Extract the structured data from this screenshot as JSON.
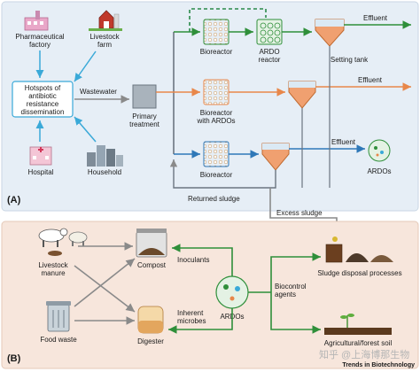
{
  "panels": {
    "a_label": "(A)",
    "b_label": "(B)"
  },
  "panel_a": {
    "sources": {
      "pharma_line1": "Pharmaceutical",
      "pharma_line2": "factory",
      "livestock_line1": "Livestock",
      "livestock_line2": "farm",
      "hospital": "Hospital",
      "household": "Household"
    },
    "hotspot": {
      "line1": "Hotspots of",
      "line2": "antibiotic",
      "line3": "resistance",
      "line4": "dissemination"
    },
    "wastewater": "Wastewater",
    "primary_line1": "Primary",
    "primary_line2": "treatment",
    "bioreactor_top": "Bioreactor",
    "ardo_reactor_line1": "ARDO",
    "ardo_reactor_line2": "reactor",
    "settling_tank": "Setting tank",
    "effluent_1": "Effluent",
    "effluent_2": "Effluent",
    "effluent_3": "Effluent",
    "bioreactor_ardos_line1": "Bioreactor",
    "bioreactor_ardos_line2": "with ARDOs",
    "bioreactor_bottom": "Bioreactor",
    "ardos": "ARDOs",
    "returned_sludge": "Returned sludge",
    "excess_sludge": "Excess sludge"
  },
  "panel_b": {
    "livestock_line1": "Livestock",
    "livestock_line2": "manure",
    "compost": "Compost",
    "food_waste": "Food waste",
    "digester": "Digester",
    "inoculants": "Inoculants",
    "inherent_line1": "Inherent",
    "inherent_line2": "microbes",
    "ardos": "ARDOs",
    "biocontrol_line1": "Biocontrol",
    "biocontrol_line2": "agents",
    "sludge_disposal": "Sludge disposal processes",
    "agri_soil": "Agricultural/forest soil"
  },
  "footer": {
    "journal": "Trends in Biotechnology",
    "watermark": "知乎 @上海博那生物"
  },
  "colors": {
    "panel_a_bg": "#e6eef6",
    "panel_b_bg": "#f7e6dc",
    "green_arrow": "#2f8f3a",
    "orange_arrow": "#e8874a",
    "blue_arrow": "#2f78b8",
    "cyan_arrow": "#3aa9d8",
    "grey_arrow": "#8a8a8a",
    "teal_dashed": "#2a8a4a"
  }
}
